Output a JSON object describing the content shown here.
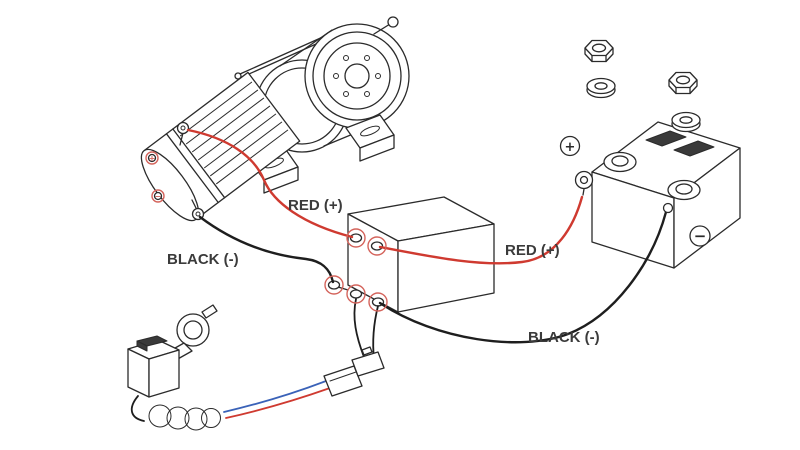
{
  "diagram": {
    "labels": {
      "winch_red": "RED (+)",
      "winch_black": "BLACK (-)",
      "battery_red": "RED (+)",
      "battery_black": "BLACK (-)"
    },
    "symbols": {
      "battery_plus": "+",
      "battery_minus": "−",
      "motor_plus": "+",
      "motor_minus": "−"
    },
    "colors": {
      "wire_red": "#cf3a30",
      "wire_black": "#1e1e1e",
      "wire_blue": "#3a62b8",
      "line_art": "#2b2b2b",
      "terminal_ring_red": "#d4645c",
      "label_text": "#3b3b3b"
    }
  }
}
